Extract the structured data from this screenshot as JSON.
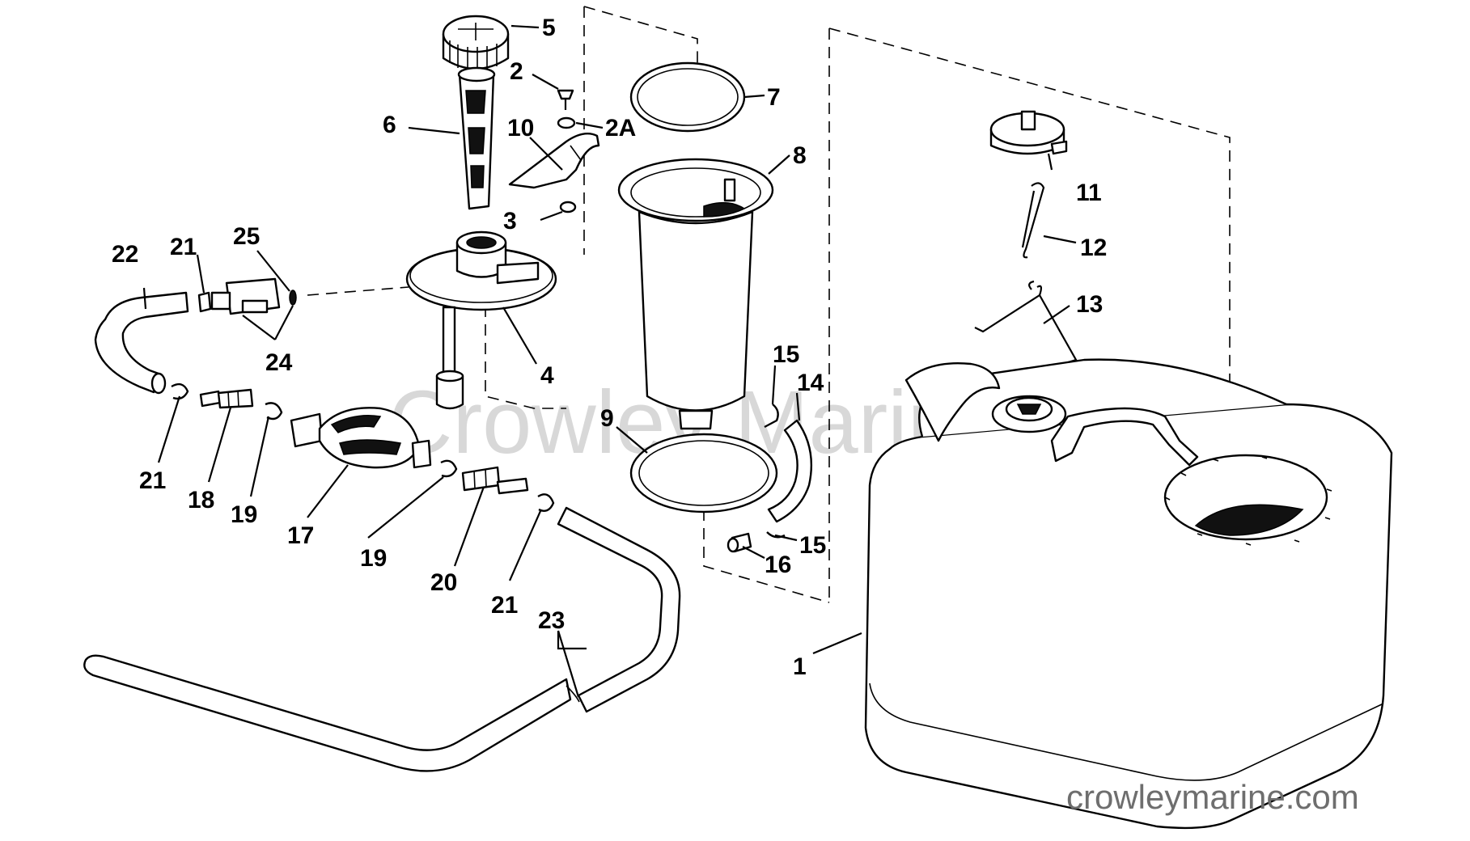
{
  "watermark": {
    "center_text": "Crowley Marine",
    "corner_text": "crowleymarine.com"
  },
  "callouts": {
    "c1": "1",
    "c2": "2",
    "c2a": "2A",
    "c3": "3",
    "c4": "4",
    "c5": "5",
    "c6": "6",
    "c7": "7",
    "c8": "8",
    "c9": "9",
    "c10": "10",
    "c11": "11",
    "c12": "12",
    "c13": "13",
    "c14": "14",
    "c15a": "15",
    "c15b": "15",
    "c16": "16",
    "c17": "17",
    "c18": "18",
    "c19a": "19",
    "c19b": "19",
    "c20": "20",
    "c21a": "21",
    "c21b": "21",
    "c21c": "21",
    "c22": "22",
    "c23": "23",
    "c24": "24",
    "c25": "25"
  }
}
